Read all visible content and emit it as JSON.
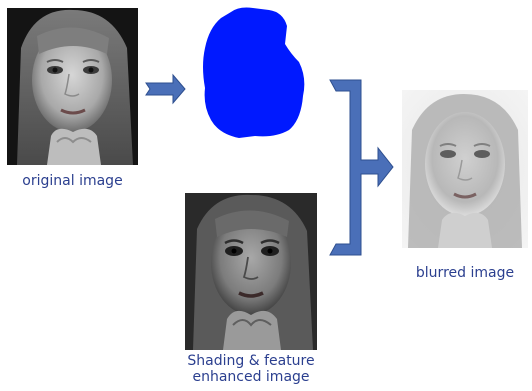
{
  "captions": {
    "original": "original image",
    "enhanced_line1": "Shading & feature",
    "enhanced_line2": "enhanced image",
    "blurred": "blurred image"
  },
  "colors": {
    "arrow": "#4a6fb8",
    "arrow_outline": "#2e4f8f",
    "mask": "#0019ff",
    "caption": "#2b3f8f"
  },
  "images": {
    "original": "face-photo-original",
    "mask": "face-region-mask",
    "enhanced": "face-photo-shading-enhanced",
    "blurred": "face-photo-blurred"
  }
}
